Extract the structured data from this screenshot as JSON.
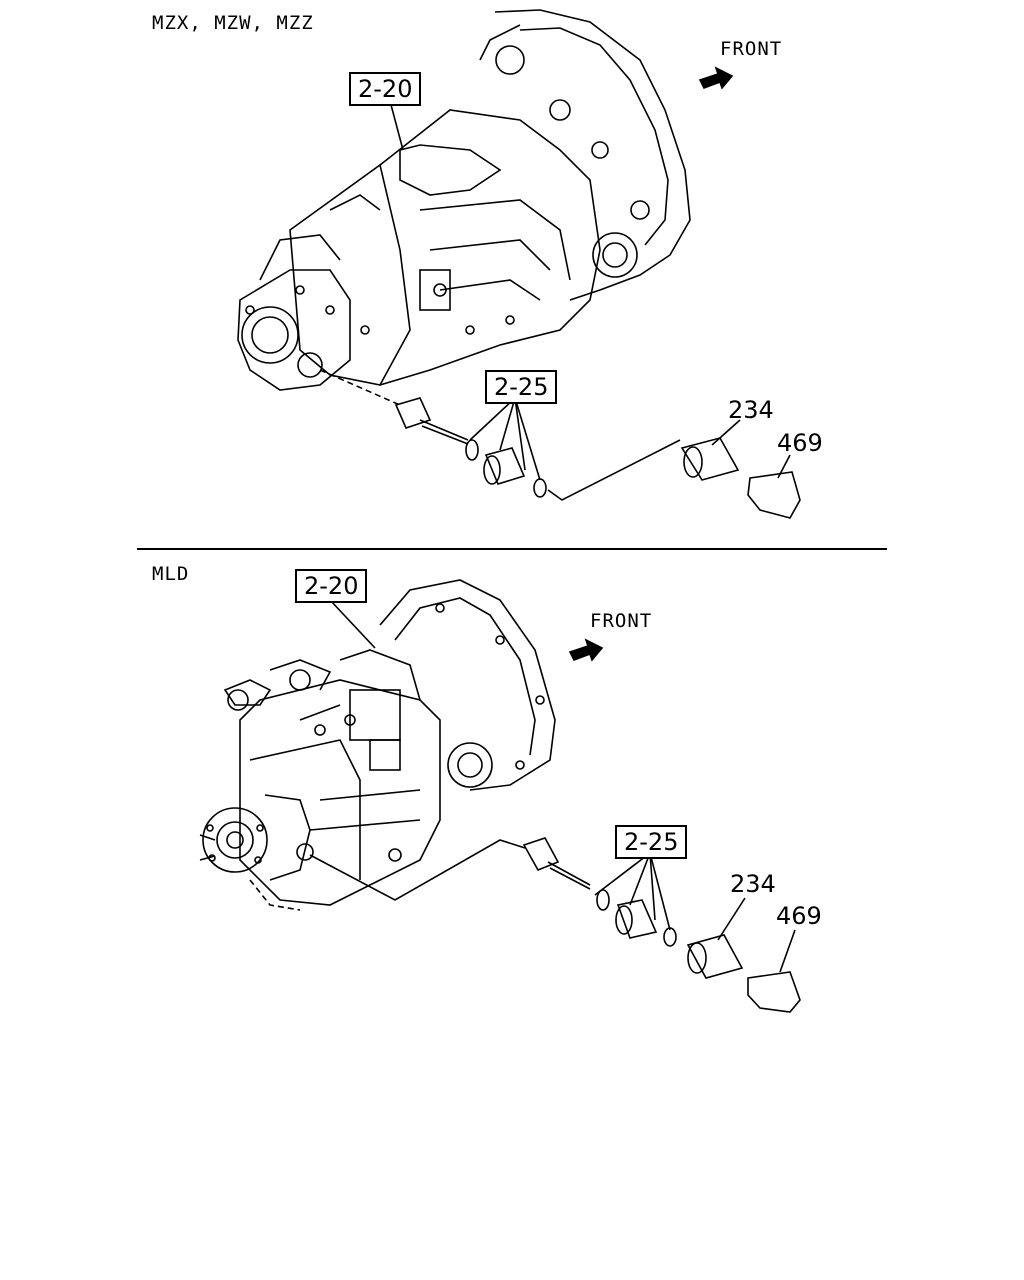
{
  "top": {
    "variant_label": "MZX, MZW, MZZ",
    "front_label": "FRONT",
    "ref_transmission": "2-20",
    "ref_speedo_gear": "2-25",
    "part_sensor": "234",
    "part_bracket": "469"
  },
  "bottom": {
    "variant_label": "MLD",
    "front_label": "FRONT",
    "ref_transmission": "2-20",
    "ref_speedo_gear": "2-25",
    "part_sensor": "234",
    "part_bracket": "469"
  }
}
